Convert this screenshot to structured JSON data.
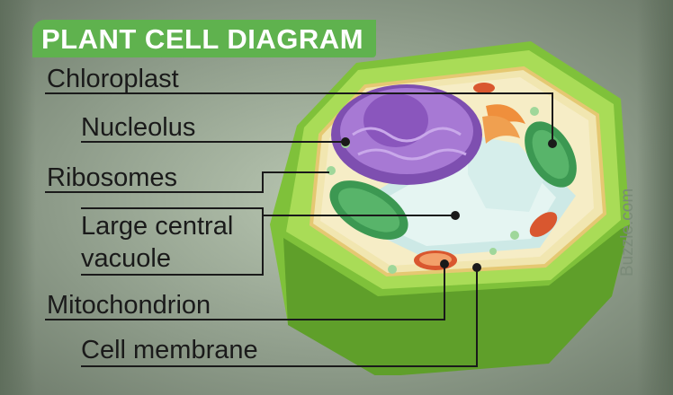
{
  "title": "PLANT CELL DIAGRAM",
  "labels": {
    "chloroplast": "Chloroplast",
    "nucleolus": "Nucleolus",
    "ribosomes": "Ribosomes",
    "vacuole_line1": "Large central",
    "vacuole_line2": "vacuole",
    "mitochondrion": "Mitochondrion",
    "cell_membrane": "Cell membrane"
  },
  "watermark": "Buzzle.com",
  "colors": {
    "title_bar": "#5fb24e",
    "card_background": "#d9f0cf",
    "cell_wall": "#8fcf3f",
    "nucleus": "#9b6cc9",
    "vacuole": "#dff1ee",
    "chloroplast": "#3f9a54",
    "mitochondrion": "#e07a4a",
    "leader_line": "#1a1a1a"
  }
}
